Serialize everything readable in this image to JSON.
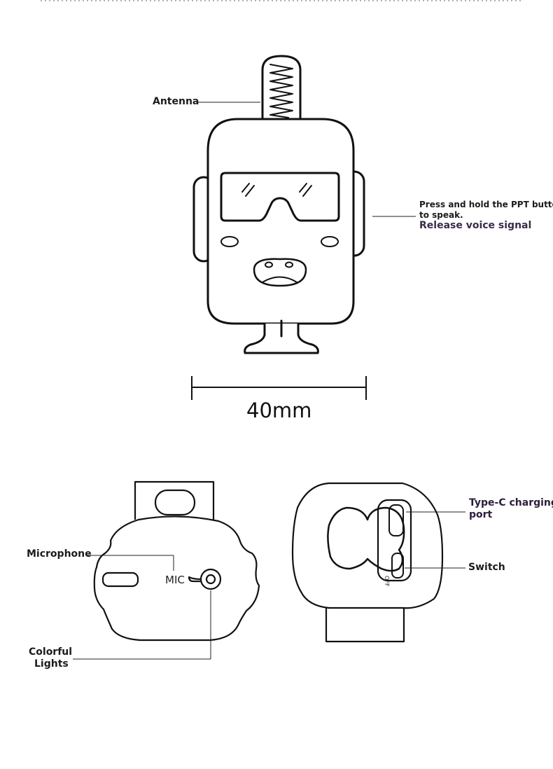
{
  "labels": {
    "antenna": "Antenna",
    "ppt_line1": "Press and hold the PPT button",
    "ppt_line2": "to speak.",
    "release": "Release voice signal",
    "dimension": "40mm",
    "microphone": "Microphone",
    "mic": "MIC",
    "colorful_line1": "Colorful",
    "colorful_line2": "Lights",
    "typec_line1": "Type-C charging",
    "typec_line2": "port",
    "switch": "Switch",
    "off": "OFF"
  },
  "colors": {
    "stroke": "#111111",
    "label_text": "#1c1c1c",
    "accent_text": "#2c1e3a"
  }
}
